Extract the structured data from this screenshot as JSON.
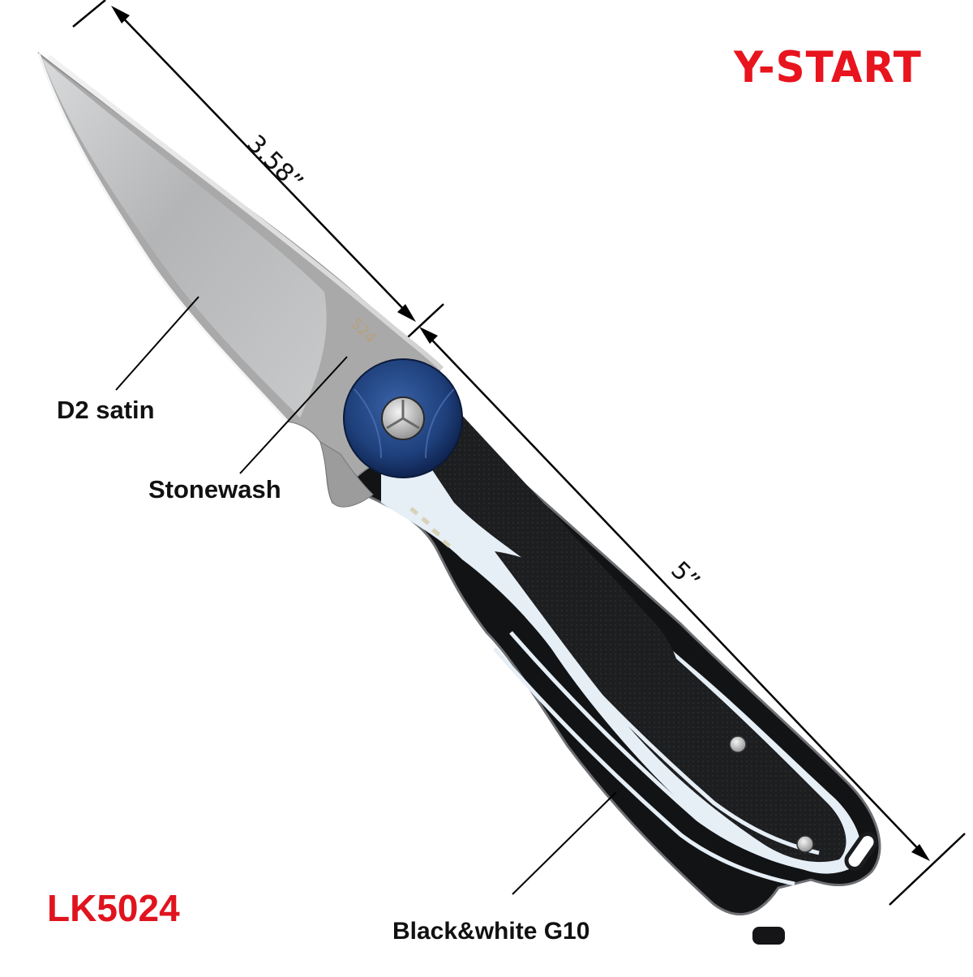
{
  "brand": {
    "name": "Y-START",
    "color": "#e8141e"
  },
  "product": {
    "model": "LK5024",
    "model_color": "#e0141e"
  },
  "dimensions": {
    "blade_length": "3.58”",
    "overall_length": "5”"
  },
  "callouts": [
    {
      "label": "D2 satin",
      "target": "blade"
    },
    {
      "label": "Stonewash",
      "target": "blade-base"
    },
    {
      "label": "Black&white G10",
      "target": "handle"
    }
  ],
  "colors": {
    "blade_satin": "#b9babb",
    "blade_stonewash": "#a9a9a9",
    "pivot_blue": "#1e3f7a",
    "handle_black": "#1b1c1e",
    "handle_white": "#e6eef6",
    "line": "#000000"
  }
}
